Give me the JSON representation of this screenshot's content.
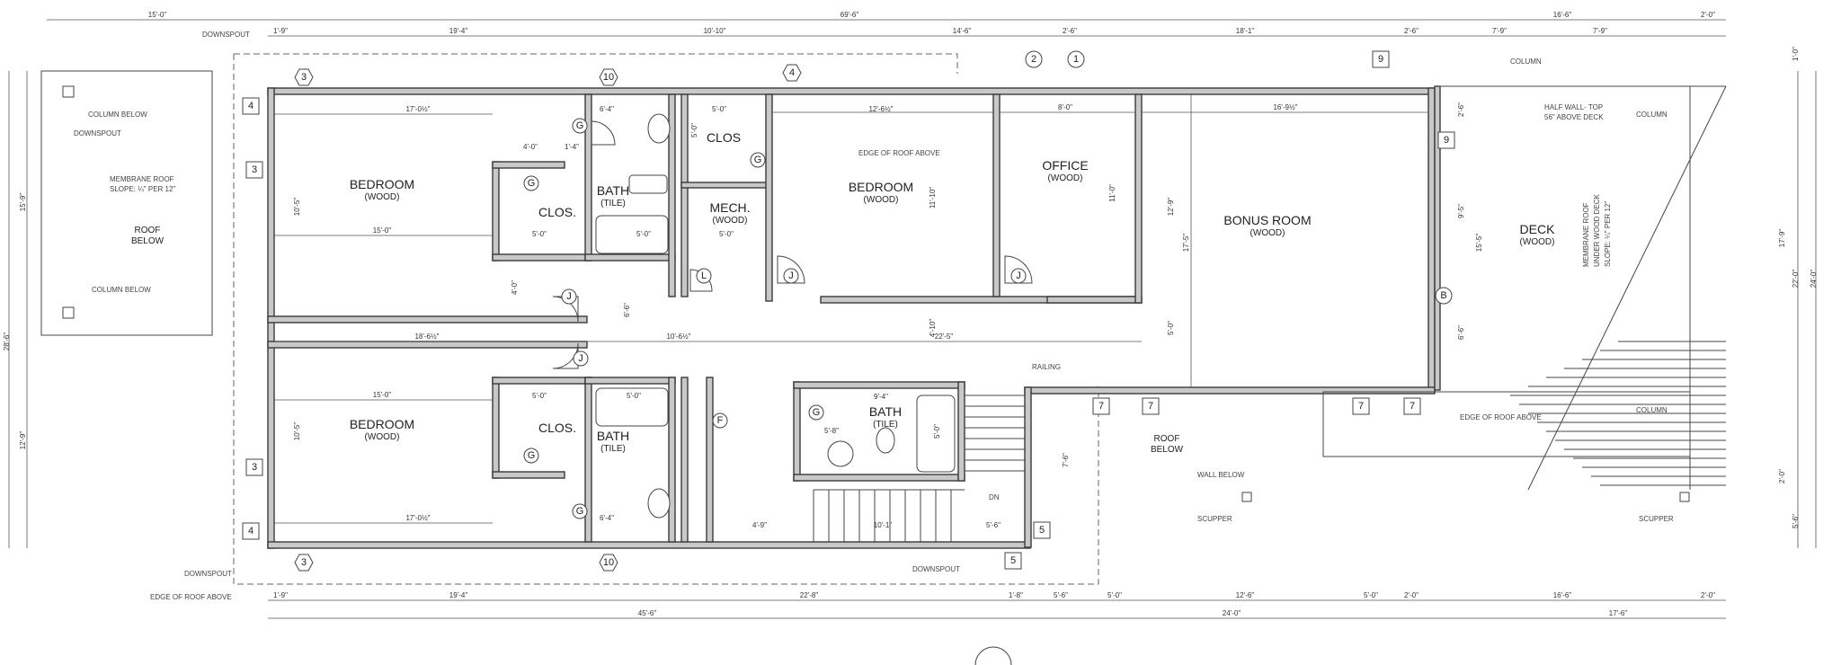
{
  "rooms": {
    "bedroom_top": {
      "name": "BEDROOM",
      "material": "(WOOD)"
    },
    "bedroom_bottom": {
      "name": "BEDROOM",
      "material": "(WOOD)"
    },
    "bedroom_mid": {
      "name": "BEDROOM",
      "material": "(WOOD)"
    },
    "closet_top": {
      "name": "CLOS."
    },
    "closet_bottom": {
      "name": "CLOS."
    },
    "closet_small": {
      "name": "CLOS"
    },
    "bath_top": {
      "name": "BATH",
      "material": "(TILE)"
    },
    "bath_bottom": {
      "name": "BATH",
      "material": "(TILE)"
    },
    "bath_right": {
      "name": "BATH",
      "material": "(TILE)"
    },
    "mech": {
      "name": "MECH.",
      "material": "(WOOD)"
    },
    "office": {
      "name": "OFFICE",
      "material": "(WOOD)"
    },
    "bonus_room": {
      "name": "BONUS ROOM",
      "material": "(WOOD)"
    },
    "deck": {
      "name": "DECK",
      "material": "(WOOD)"
    },
    "roof_below_left": {
      "line1": "ROOF",
      "line2": "BELOW"
    },
    "roof_below_right": {
      "line1": "ROOF",
      "line2": "BELOW"
    }
  },
  "notes": {
    "downspout_tl": "DOWNSPOUT",
    "column_below_top": "COLUMN BELOW",
    "downspout_left": "DOWNSPOUT",
    "membrane_left_1": "MEMBRANE ROOF",
    "membrane_left_2": "SLOPE: ¼\" PER 12\"",
    "column_below_bottom": "COLUMN BELOW",
    "downspout_bl": "DOWNSPOUT",
    "edge_roof_bl": "EDGE OF ROOF ABOVE",
    "edge_roof_mid": "EDGE OF ROOF ABOVE",
    "column_top": "COLUMN",
    "half_wall_1": "HALF WALL- TOP",
    "half_wall_2": "56\" ABOVE DECK",
    "column_right": "COLUMN",
    "membrane_right_1": "MEMBRANE ROOF",
    "membrane_right_2": "UNDER WOOD DECK",
    "membrane_right_3": "SLOPE: ¼\" PER 12\"",
    "railing": "RAILING",
    "edge_roof_right": "EDGE OF ROOF ABOVE",
    "column_right2": "COLUMN",
    "wall_below": "WALL BELOW",
    "scupper_left": "SCUPPER",
    "scupper_right": "SCUPPER",
    "downspout_bottom": "DOWNSPOUT",
    "stair_dn": "DN"
  },
  "dims": {
    "top": [
      "15'-0\"",
      "69'-6\"",
      "16'-6\"",
      "2'-0\""
    ],
    "second": [
      "1'-9\"",
      "19'-4\"",
      "10'-10\"",
      "14'-6\"",
      "2'-6\"",
      "18'-1\"",
      "2'-6\"",
      "7'-9\"",
      "7'-9\""
    ],
    "bottom1": [
      "1'-9\"",
      "19'-4\"",
      "22'-8\"",
      "1'-8\"",
      "5'-6\"",
      "5'-0\"",
      "12'-6\"",
      "5'-0\"",
      "2'-0\"",
      "16'-6\"",
      "2'-0\""
    ],
    "bottom2": [
      "45'-6\"",
      "24'-0\"",
      "17'-6\""
    ],
    "left": [
      "28'-6\"",
      "15'-9\"",
      "12'-9\""
    ],
    "right": [
      "1'-0\"",
      "17'-9\"",
      "22'-0\"",
      "24'-0\"",
      "2'-0\"",
      "5'-6\""
    ],
    "interior": {
      "bed_top_w": "17'-0½\"",
      "bed_top_w2": "15'-0\"",
      "bed_top_h": "10'-5\"",
      "bed_bot_w": "15'-0\"",
      "bed_bot_w2": "17'-0½\"",
      "bed_bot_h": "10'-5\"",
      "hall_1": "18'-6½\"",
      "hall_2": "10'-6½\"",
      "hall_3": "22'-5\"",
      "clos_1": "4'-0\"",
      "clos_2": "1'-4\"",
      "clos_3": "5'-0\"",
      "clos_4": "5'-0\"",
      "bath_1": "6'-4\"",
      "bath_2": "5'-0\"",
      "bath_3": "5'-0\"",
      "bath_4": "6'-4\"",
      "mech_1": "5'-0\"",
      "mech_2": "5'-0\"",
      "mech_3": "5'-0\"",
      "bed_mid_w": "12'-6½\"",
      "bed_mid_h": "11'-10\"",
      "office_w": "8'-0\"",
      "office_h": "11'-0\"",
      "bonus_w": "16'-9½\"",
      "bonus_h": "17'-5\"",
      "bonus_h2": "12'-9\"",
      "bonus_h3": "5'-0\"",
      "deck_1": "2'-6\"",
      "deck_2": "9'-5\"",
      "deck_3": "15'-5\"",
      "deck_4": "6'-6\"",
      "bathr_1": "9'-4\"",
      "bathr_2": "5'-8\"",
      "bathr_3": "5'-0\"",
      "stair_1": "4'-9\"",
      "stair_2": "10'-1\"",
      "stair_3": "5'-6\"",
      "stair_4": "7'-6\"",
      "hall_v1": "6'-6\"",
      "hall_v2": "4'-0\"",
      "bed_mid_v": "4'-10\""
    }
  },
  "tags": {
    "hex": [
      "3",
      "10",
      "4",
      "3",
      "10"
    ],
    "circle": [
      "4",
      "3",
      "3",
      "4",
      "2",
      "1",
      "9",
      "9",
      "B",
      "5",
      "5",
      "7",
      "7",
      "7",
      "7",
      "G",
      "G",
      "G",
      "G",
      "G",
      "G",
      "J",
      "J",
      "J",
      "J",
      "L",
      "F"
    ]
  }
}
